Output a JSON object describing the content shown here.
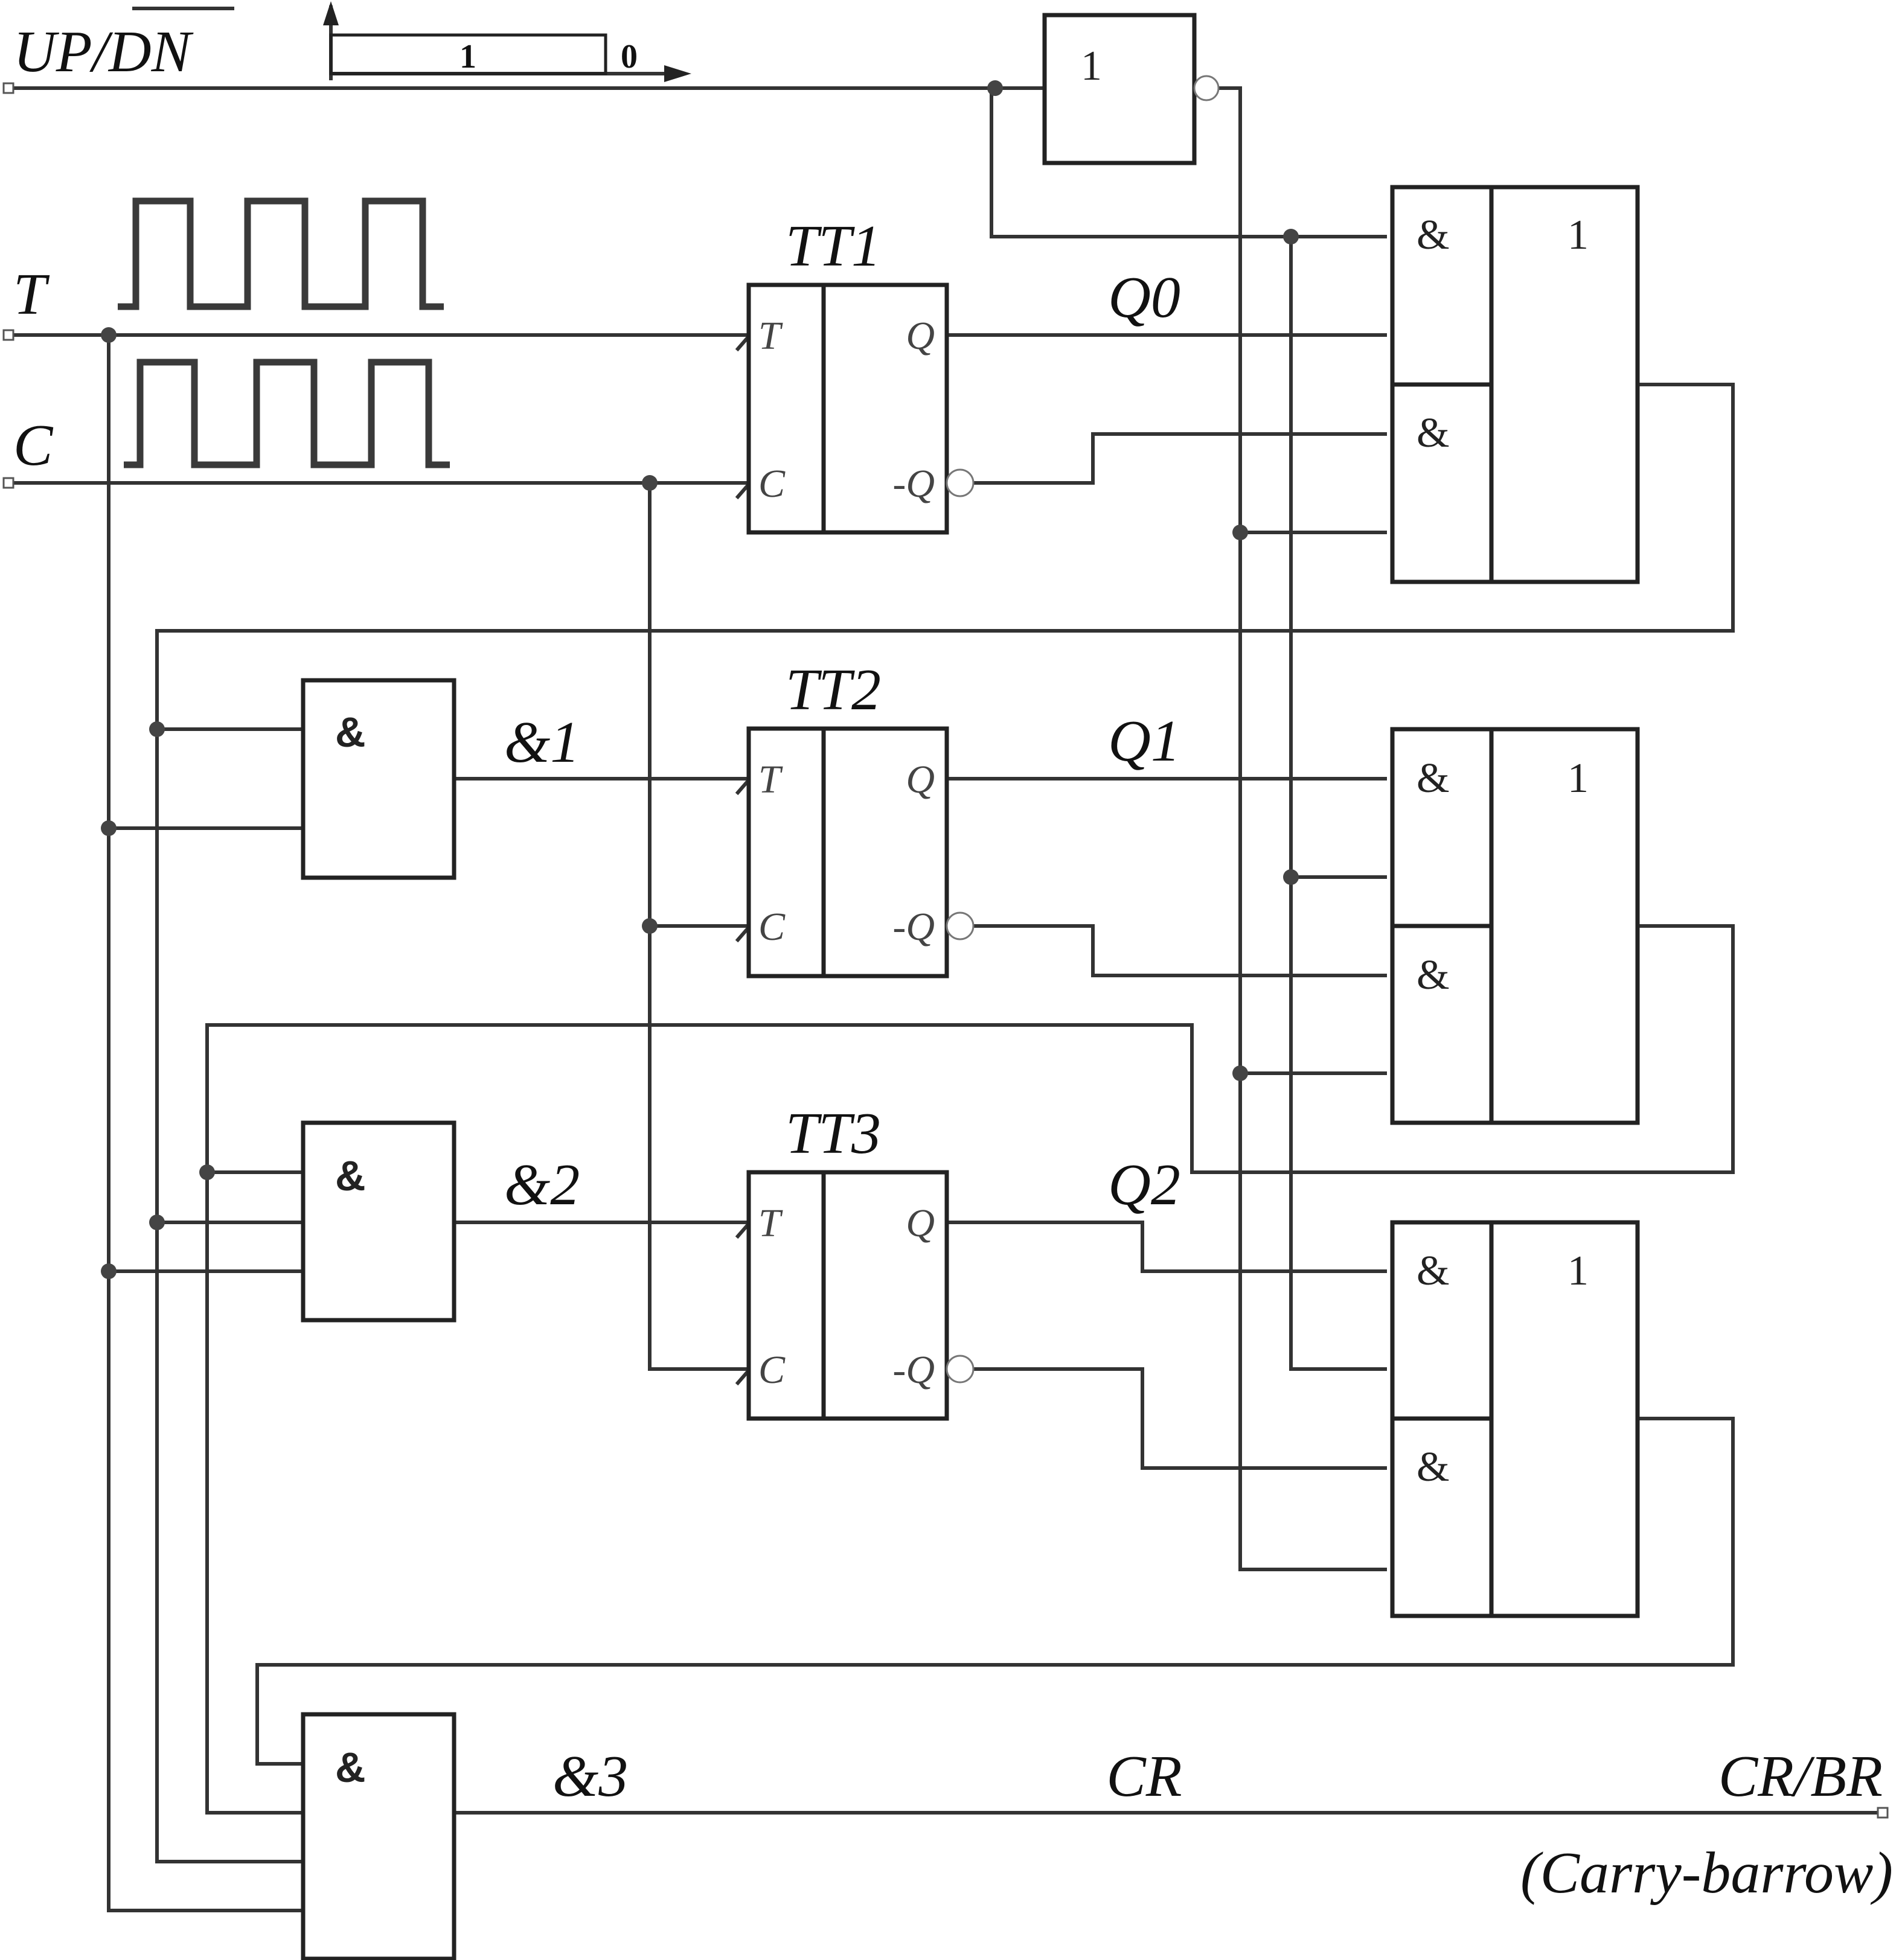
{
  "inputs": {
    "updn_prefix": "UP/",
    "updn_overbar": "DN",
    "t": "T",
    "c": "C"
  },
  "mode_scale": {
    "one": "1",
    "zero": "0"
  },
  "inverter": {
    "symbol": "1"
  },
  "flipflops": [
    {
      "name": "TT1",
      "pin_t": "T",
      "pin_c": "C",
      "pin_q": "Q",
      "pin_nq": "-Q"
    },
    {
      "name": "TT2",
      "pin_t": "T",
      "pin_c": "C",
      "pin_q": "Q",
      "pin_nq": "-Q"
    },
    {
      "name": "TT3",
      "pin_t": "T",
      "pin_c": "C",
      "pin_q": "Q",
      "pin_nq": "-Q"
    }
  ],
  "and_gates": [
    {
      "symbol": "&",
      "output_label": "&1"
    },
    {
      "symbol": "&",
      "output_label": "&2"
    },
    {
      "symbol": "&",
      "output_label": "&3"
    }
  ],
  "ao_blocks": [
    {
      "and_top": "&",
      "and_bottom": "&",
      "or": "1"
    },
    {
      "and_top": "&",
      "and_bottom": "&",
      "or": "1"
    },
    {
      "and_top": "&",
      "and_bottom": "&",
      "or": "1"
    }
  ],
  "outputs": {
    "q0": "Q0",
    "q1": "Q1",
    "q2": "Q2",
    "cr": "CR"
  },
  "carry_out": {
    "label": "CR/BR",
    "note": "(Carry-barrow)"
  }
}
